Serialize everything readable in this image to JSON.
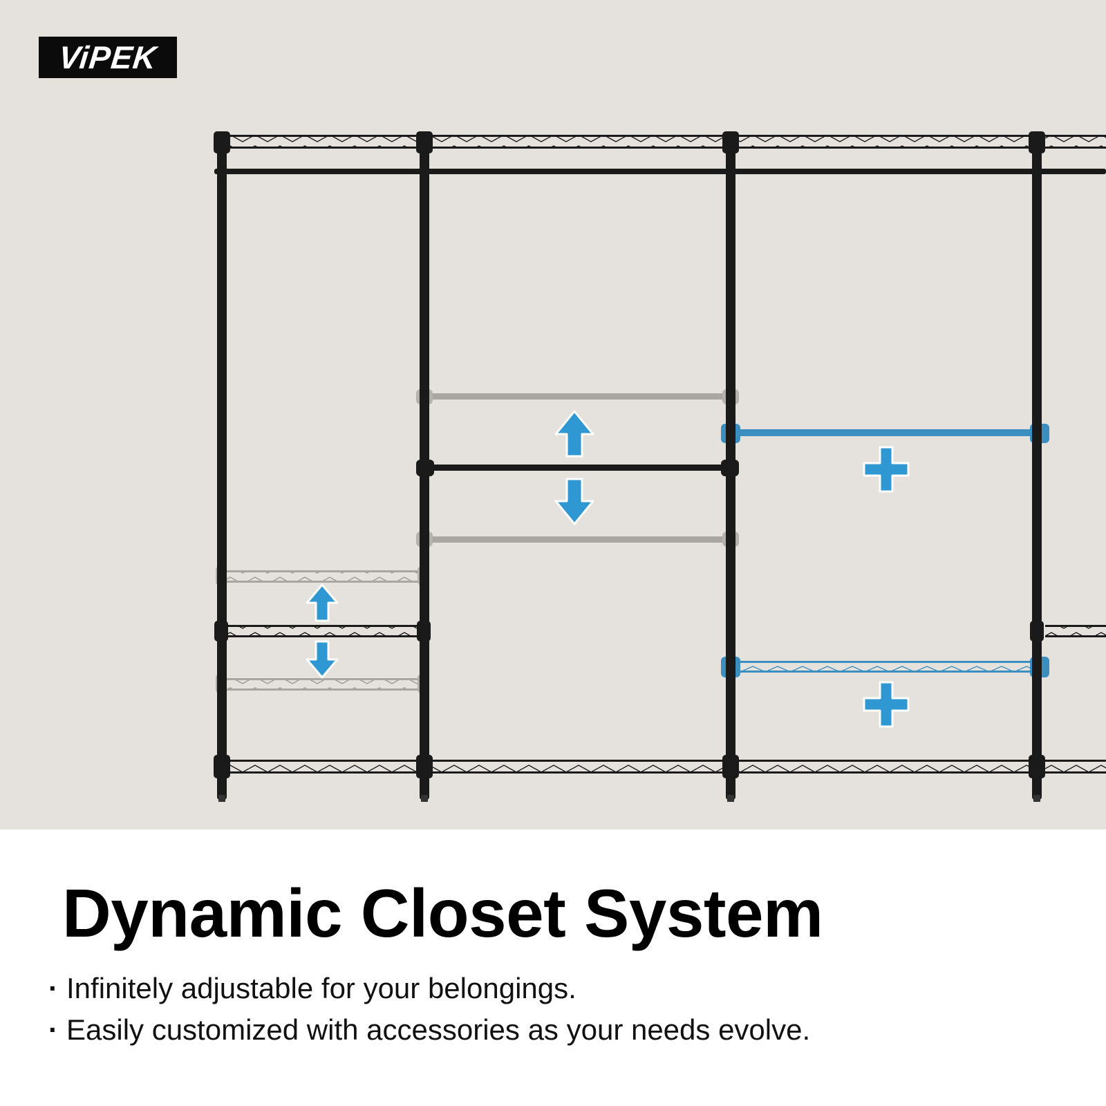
{
  "brand": {
    "logo_text": "ViPEK"
  },
  "headline": "Dynamic Closet System",
  "features": [
    {
      "marker": "·",
      "text": "Infinitely adjustable for your belongings."
    },
    {
      "marker": "·",
      "text": "Easily customized with accessories as your needs evolve."
    }
  ],
  "colors": {
    "background": "#e5e1dc",
    "frame": "#1a1a1a",
    "accent": "#2f97d2",
    "ghost": "#a9a5a0"
  },
  "icons": {
    "adjust": "up-down-arrow-icon",
    "add": "plus-icon"
  }
}
